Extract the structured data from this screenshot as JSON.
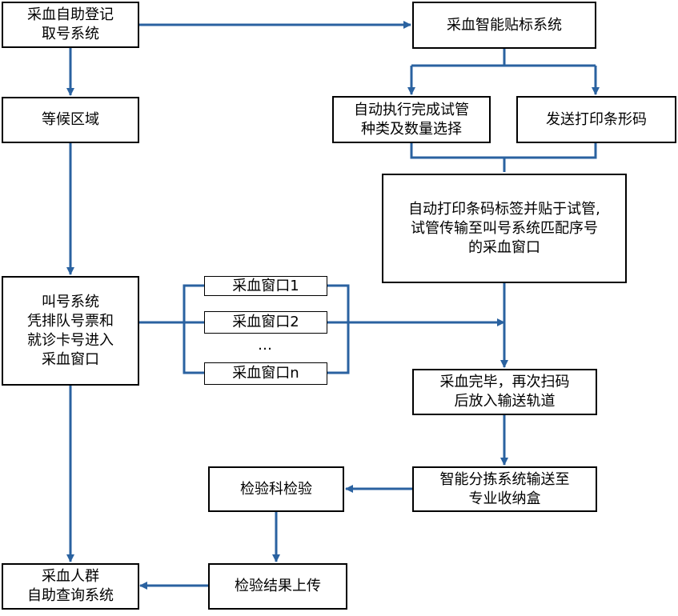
{
  "nodes": {
    "self_register": "采血自助登记\n取号系统",
    "smart_label": "采血智能贴标系统",
    "waiting": "等候区域",
    "auto_tube": "自动执行完成试管\n种类及数量选择",
    "print_barcode": "发送打印条形码",
    "print_paste": "自动打印条码标签并贴于试管,\n试管传输至叫号系统匹配序号\n的采血窗口",
    "call_system": "叫号系统\n凭排队号票和\n就诊卡号进入\n采血窗口",
    "window1": "采血窗口1",
    "window2": "采血窗口2",
    "ellipsis": "…",
    "windown": "采血窗口n",
    "rescan": "采血完毕，再次扫码\n后放入输送轨道",
    "sorting": "智能分拣系统输送至\n专业收纳盒",
    "lab": "检验科检验",
    "upload": "检验结果上传",
    "query": "采血人群\n自助查询系统"
  },
  "colors": {
    "arrow": "#2a62a0",
    "border": "#000000"
  }
}
